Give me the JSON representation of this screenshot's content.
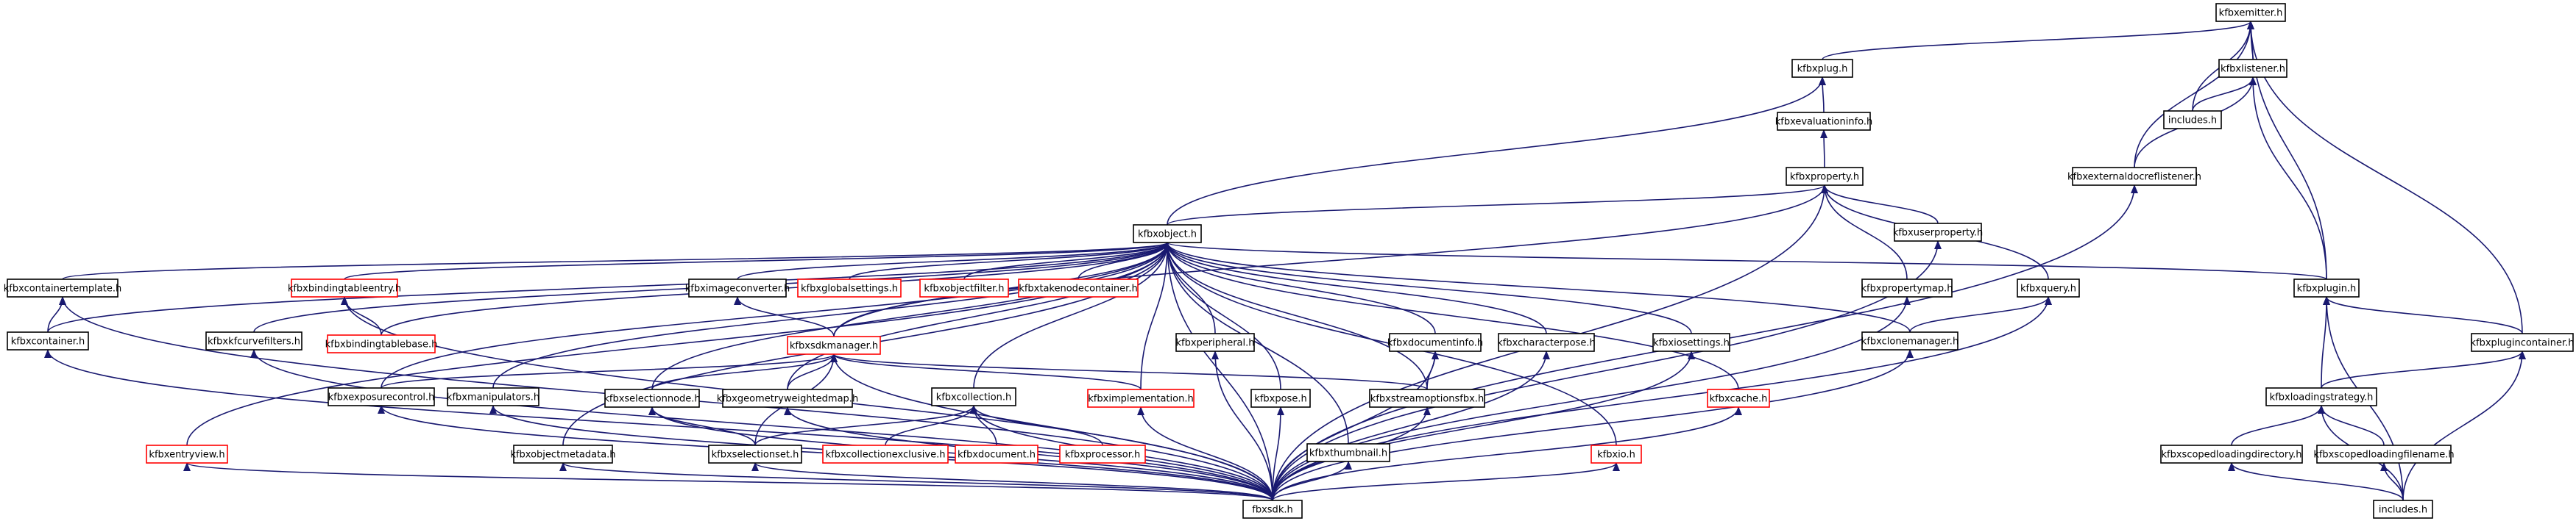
{
  "colors": {
    "edge": "#191970",
    "border_normal": "#000000",
    "border_truncated": "#ff0000",
    "focus_fill": "#bfbfbf",
    "background": "#ffffff"
  },
  "nodes": {
    "kfbxemitter": {
      "label": "kfbxemitter.h",
      "kind": "focus"
    },
    "kfbxplug": {
      "label": "kfbxplug.h",
      "kind": "normal"
    },
    "kfbxlistener": {
      "label": "kfbxlistener.h",
      "kind": "normal"
    },
    "kfbxevaluationinfo": {
      "label": "kfbxevaluationinfo.h",
      "kind": "normal"
    },
    "includes_top": {
      "label": "includes.h",
      "kind": "normal"
    },
    "kfbxproperty": {
      "label": "kfbxproperty.h",
      "kind": "normal"
    },
    "kfbxexternaldocreflistener": {
      "label": "kfbxexternaldocreflistener.h",
      "kind": "normal"
    },
    "kfbxobject": {
      "label": "kfbxobject.h",
      "kind": "normal"
    },
    "kfbxuserproperty": {
      "label": "kfbxuserproperty.h",
      "kind": "normal"
    },
    "kfbxcontainertemplate": {
      "label": "kfbxcontainertemplate.h",
      "kind": "normal"
    },
    "kfbxbindingtableentry": {
      "label": "kfbxbindingtableentry.h",
      "kind": "truncated"
    },
    "kfbximageconverter": {
      "label": "kfbximageconverter.h",
      "kind": "normal"
    },
    "kfbxglobalsettings": {
      "label": "kfbxglobalsettings.h",
      "kind": "truncated"
    },
    "kfbxobjectfilter": {
      "label": "kfbxobjectfilter.h",
      "kind": "truncated"
    },
    "kfbxtakenodecontainer": {
      "label": "kfbxtakenodecontainer.h",
      "kind": "truncated"
    },
    "kfbxpropertymap": {
      "label": "kfbxpropertymap.h",
      "kind": "normal"
    },
    "kfbxquery": {
      "label": "kfbxquery.h",
      "kind": "normal"
    },
    "kfbxplugin": {
      "label": "kfbxplugin.h",
      "kind": "normal"
    },
    "kfbxcontainer": {
      "label": "kfbxcontainer.h",
      "kind": "normal"
    },
    "kfbxkfcurvefilters": {
      "label": "kfbxkfcurvefilters.h",
      "kind": "normal"
    },
    "kfbxbindingtablebase": {
      "label": "kfbxbindingtablebase.h",
      "kind": "truncated"
    },
    "kfbxsdkmanager": {
      "label": "kfbxsdkmanager.h",
      "kind": "truncated"
    },
    "kfbxperipheral": {
      "label": "kfbxperipheral.h",
      "kind": "normal"
    },
    "kfbxdocumentinfo": {
      "label": "kfbxdocumentinfo.h",
      "kind": "normal"
    },
    "kfbxcharacterpose": {
      "label": "kfbxcharacterpose.h",
      "kind": "normal"
    },
    "kfbxiosettings": {
      "label": "kfbxiosettings.h",
      "kind": "normal"
    },
    "kfbxclonemanager": {
      "label": "kfbxclonemanager.h",
      "kind": "normal"
    },
    "kfbxplugincontainer": {
      "label": "kfbxplugincontainer.h",
      "kind": "normal"
    },
    "kfbxexposurecontrol": {
      "label": "kfbxexposurecontrol.h",
      "kind": "normal"
    },
    "kfbxmanipulators": {
      "label": "kfbxmanipulators.h",
      "kind": "normal"
    },
    "kfbxselectionnode": {
      "label": "kfbxselectionnode.h",
      "kind": "normal"
    },
    "kfbxgeometryweightedmap": {
      "label": "kfbxgeometryweightedmap.h",
      "kind": "normal"
    },
    "kfbxcollection": {
      "label": "kfbxcollection.h",
      "kind": "normal"
    },
    "kfbximplementation": {
      "label": "kfbximplementation.h",
      "kind": "truncated"
    },
    "kfbxpose": {
      "label": "kfbxpose.h",
      "kind": "normal"
    },
    "kfbxstreamoptionsfbx": {
      "label": "kfbxstreamoptionsfbx.h",
      "kind": "normal"
    },
    "kfbxcache": {
      "label": "kfbxcache.h",
      "kind": "truncated"
    },
    "kfbxloadingstrategy": {
      "label": "kfbxloadingstrategy.h",
      "kind": "normal"
    },
    "kfbxentryview": {
      "label": "kfbxentryview.h",
      "kind": "truncated"
    },
    "kfbxobjectmetadata": {
      "label": "kfbxobjectmetadata.h",
      "kind": "normal"
    },
    "kfbxselectionset": {
      "label": "kfbxselectionset.h",
      "kind": "normal"
    },
    "kfbxcollectionexclusive": {
      "label": "kfbxcollectionexclusive.h",
      "kind": "truncated"
    },
    "kfbxdocument": {
      "label": "kfbxdocument.h",
      "kind": "truncated"
    },
    "kfbxprocessor": {
      "label": "kfbxprocessor.h",
      "kind": "truncated"
    },
    "kfbxthumbnail": {
      "label": "kfbxthumbnail.h",
      "kind": "normal"
    },
    "kfbxio": {
      "label": "kfbxio.h",
      "kind": "truncated"
    },
    "kfbxscopedloadingdirectory": {
      "label": "kfbxscopedloadingdirectory.h",
      "kind": "normal"
    },
    "kfbxscopedloadingfilename": {
      "label": "kfbxscopedloadingfilename.h",
      "kind": "normal"
    },
    "fbxsdk": {
      "label": "fbxsdk.h",
      "kind": "normal"
    },
    "includes_bottom": {
      "label": "includes.h",
      "kind": "normal"
    }
  },
  "edges": [
    [
      "kfbxplug",
      "kfbxemitter"
    ],
    [
      "kfbxlistener",
      "kfbxemitter"
    ],
    [
      "includes_top",
      "kfbxemitter"
    ],
    [
      "kfbxexternaldocreflistener",
      "kfbxemitter"
    ],
    [
      "kfbxplugin",
      "kfbxemitter"
    ],
    [
      "kfbxplugincontainer",
      "kfbxemitter"
    ],
    [
      "kfbxevaluationinfo",
      "kfbxplug"
    ],
    [
      "kfbxobject",
      "kfbxplug"
    ],
    [
      "kfbxproperty",
      "kfbxevaluationinfo"
    ],
    [
      "kfbxobject",
      "kfbxproperty"
    ],
    [
      "kfbxuserproperty",
      "kfbxproperty"
    ],
    [
      "kfbxpropertymap",
      "kfbxproperty"
    ],
    [
      "kfbxquery",
      "kfbxproperty"
    ],
    [
      "kfbxsdkmanager",
      "kfbxproperty"
    ],
    [
      "fbxsdk",
      "kfbxproperty"
    ],
    [
      "includes_top",
      "kfbxlistener"
    ],
    [
      "kfbxexternaldocreflistener",
      "kfbxlistener"
    ],
    [
      "kfbxplugin",
      "kfbxlistener"
    ],
    [
      "kfbxcontainertemplate",
      "kfbxobject"
    ],
    [
      "kfbxcontainer",
      "kfbxobject"
    ],
    [
      "kfbxbindingtableentry",
      "kfbxobject"
    ],
    [
      "kfbxbindingtablebase",
      "kfbxobject"
    ],
    [
      "kfbximageconverter",
      "kfbxobject"
    ],
    [
      "kfbxglobalsettings",
      "kfbxobject"
    ],
    [
      "kfbxobjectfilter",
      "kfbxobject"
    ],
    [
      "kfbxtakenodecontainer",
      "kfbxobject"
    ],
    [
      "kfbxkfcurvefilters",
      "kfbxobject"
    ],
    [
      "kfbxentryview",
      "kfbxobject"
    ],
    [
      "kfbxexposurecontrol",
      "kfbxobject"
    ],
    [
      "kfbxmanipulators",
      "kfbxobject"
    ],
    [
      "kfbxobjectmetadata",
      "kfbxobject"
    ],
    [
      "kfbxselectionnode",
      "kfbxobject"
    ],
    [
      "kfbxgeometryweightedmap",
      "kfbxobject"
    ],
    [
      "kfbxsdkmanager",
      "kfbxobject"
    ],
    [
      "kfbxcollection",
      "kfbxobject"
    ],
    [
      "kfbximplementation",
      "kfbxobject"
    ],
    [
      "kfbxperipheral",
      "kfbxobject"
    ],
    [
      "kfbxpose",
      "kfbxobject"
    ],
    [
      "kfbxthumbnail",
      "kfbxobject"
    ],
    [
      "kfbxstreamoptionsfbx",
      "kfbxobject"
    ],
    [
      "kfbxdocumentinfo",
      "kfbxobject"
    ],
    [
      "kfbxcharacterpose",
      "kfbxobject"
    ],
    [
      "kfbxiosettings",
      "kfbxobject"
    ],
    [
      "kfbxio",
      "kfbxobject"
    ],
    [
      "kfbxcache",
      "kfbxobject"
    ],
    [
      "kfbxclonemanager",
      "kfbxobject"
    ],
    [
      "kfbxplugin",
      "kfbxobject"
    ],
    [
      "fbxsdk",
      "kfbxobject"
    ],
    [
      "kfbxcontainer",
      "kfbxcontainertemplate"
    ],
    [
      "fbxsdk",
      "kfbxcontainertemplate"
    ],
    [
      "kfbxbindingtablebase",
      "kfbxbindingtableentry"
    ],
    [
      "fbxsdk",
      "kfbxbindingtableentry"
    ],
    [
      "kfbxsdkmanager",
      "kfbximageconverter"
    ],
    [
      "fbxsdk",
      "kfbxpropertymap"
    ],
    [
      "fbxsdk",
      "kfbxuserproperty"
    ],
    [
      "kfbxclonemanager",
      "kfbxquery"
    ],
    [
      "fbxsdk",
      "kfbxquery"
    ],
    [
      "kfbxplugincontainer",
      "kfbxplugin"
    ],
    [
      "kfbxloadingstrategy",
      "kfbxplugin"
    ],
    [
      "includes_bottom",
      "kfbxplugin"
    ],
    [
      "kfbxloadingstrategy",
      "kfbxplugincontainer"
    ],
    [
      "includes_bottom",
      "kfbxplugincontainer"
    ],
    [
      "fbxsdk",
      "kfbxcontainer"
    ],
    [
      "fbxsdk",
      "kfbxkfcurvefilters"
    ],
    [
      "kfbxexposurecontrol",
      "kfbxsdkmanager"
    ],
    [
      "kfbxselectionnode",
      "kfbxsdkmanager"
    ],
    [
      "kfbxgeometryweightedmap",
      "kfbxsdkmanager"
    ],
    [
      "kfbxselectionset",
      "kfbxsdkmanager"
    ],
    [
      "kfbximplementation",
      "kfbxsdkmanager"
    ],
    [
      "kfbxstreamoptionsfbx",
      "kfbxsdkmanager"
    ],
    [
      "fbxsdk",
      "kfbxsdkmanager"
    ],
    [
      "fbxsdk",
      "kfbxperipheral"
    ],
    [
      "kfbxstreamoptionsfbx",
      "kfbxdocumentinfo"
    ],
    [
      "fbxsdk",
      "kfbxdocumentinfo"
    ],
    [
      "fbxsdk",
      "kfbxcharacterpose"
    ],
    [
      "fbxsdk",
      "kfbxiosettings"
    ],
    [
      "fbxsdk",
      "kfbxclonemanager"
    ],
    [
      "fbxsdk",
      "kfbxexposurecontrol"
    ],
    [
      "fbxsdk",
      "kfbxmanipulators"
    ],
    [
      "kfbxselectionset",
      "kfbxselectionnode"
    ],
    [
      "fbxsdk",
      "kfbxselectionnode"
    ],
    [
      "fbxsdk",
      "kfbxgeometryweightedmap"
    ],
    [
      "kfbxselectionset",
      "kfbxcollection"
    ],
    [
      "kfbxcollectionexclusive",
      "kfbxcollection"
    ],
    [
      "kfbxdocument",
      "kfbxcollection"
    ],
    [
      "kfbxprocessor",
      "kfbxcollection"
    ],
    [
      "fbxsdk",
      "kfbxcollection"
    ],
    [
      "fbxsdk",
      "kfbximplementation"
    ],
    [
      "fbxsdk",
      "kfbxpose"
    ],
    [
      "fbxsdk",
      "kfbxstreamoptionsfbx"
    ],
    [
      "fbxsdk",
      "kfbxcache"
    ],
    [
      "kfbxscopedloadingdirectory",
      "kfbxloadingstrategy"
    ],
    [
      "kfbxscopedloadingfilename",
      "kfbxloadingstrategy"
    ],
    [
      "includes_bottom",
      "kfbxloadingstrategy"
    ],
    [
      "fbxsdk",
      "kfbxentryview"
    ],
    [
      "fbxsdk",
      "kfbxobjectmetadata"
    ],
    [
      "fbxsdk",
      "kfbxselectionset"
    ],
    [
      "fbxsdk",
      "kfbxthumbnail"
    ],
    [
      "fbxsdk",
      "kfbxio"
    ],
    [
      "includes_bottom",
      "kfbxscopedloadingdirectory"
    ],
    [
      "includes_bottom",
      "kfbxscopedloadingfilename"
    ],
    [
      "fbxsdk",
      "kfbxexternaldocreflistener"
    ]
  ]
}
